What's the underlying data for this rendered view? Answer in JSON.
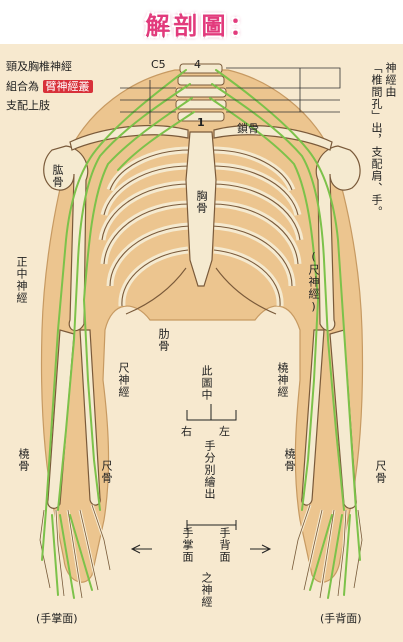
{
  "title": "解剖圖：",
  "intro": {
    "line1": "頸及胸椎神經",
    "line2_prefix": "組合為",
    "line2_highlight": "臂神經叢",
    "line3": "支配上肢"
  },
  "vertebra_labels": {
    "c5": "C5",
    "four": "4",
    "one": "1"
  },
  "right_note": {
    "col1": "神經由",
    "col2": "「椎間孔」出，支配肩、手。"
  },
  "bones": {
    "clavicle": "鎖骨",
    "humerus": "肱骨",
    "sternum": "胸骨",
    "rib": "肋骨",
    "radius_left": "橈骨",
    "ulna_left": "尺骨",
    "radius_right": "橈骨",
    "ulna_right": "尺骨"
  },
  "nerves": {
    "median": "正中神經",
    "ulnar_left": "尺神經",
    "ulnar_right": "(尺神經)",
    "radial": "橈神經"
  },
  "center_note": {
    "top": "此圖中",
    "left": "左",
    "right": "右",
    "middle": "手分別繪出",
    "palm": "手掌面",
    "back": "手背面",
    "bottom": "之神經"
  },
  "captions": {
    "palm": "(手掌面)",
    "back": "(手背面)"
  },
  "colors": {
    "nerve": "#7cc24a",
    "bone": "#f3e6c8",
    "bone_outline": "#7a5a3a",
    "skin": "#e8c08a",
    "background": "#f7e9cf",
    "highlight": "#d8313a",
    "title": "#e23a7c"
  }
}
